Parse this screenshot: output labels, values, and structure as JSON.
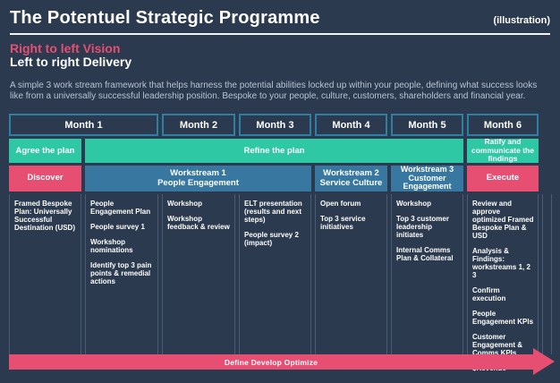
{
  "slide": {
    "title": "The Potentuel Strategic Programme",
    "illustration": "(illustration)",
    "vision": "Right to left Vision",
    "delivery": "Left to right Delivery",
    "description": "A simple 3 work stream framework that helps harness the potential abilities locked up within your people, defining what success looks like from a universally successful leadership position. Bespoke to your people, culture, customers, shareholders and financial year."
  },
  "timeline": {
    "months": [
      "Month 1",
      "Month 2",
      "Month 3",
      "Month 4",
      "Month 5",
      "Month 6"
    ]
  },
  "plan_row": {
    "agree": "Agree the plan",
    "refine": "Refine the plan",
    "ratify": "Ratify and\ncommunicate the\nfindings"
  },
  "phase_row": {
    "discover": "Discover",
    "workstream1": "Workstream 1\nPeople Engagement",
    "workstream2": "Workstream 2\nService Culture",
    "workstream3": "Workstream 3\nCustomer\nEngagement",
    "execute": "Execute"
  },
  "body_columns": [
    {
      "name": "discover",
      "items": [
        "Framed Bespoke Plan: Universally Successful Destination (USD)"
      ]
    },
    {
      "name": "month1-workstream1",
      "items": [
        "People Engagement Plan",
        "People survey 1",
        "Workshop nominations",
        "Identify top 3 pain points & remedial actions"
      ]
    },
    {
      "name": "month2-workstream1",
      "items": [
        "Workshop",
        "Workshop feedback & review"
      ]
    },
    {
      "name": "month3-workstream1",
      "items": [
        "ELT presentation (results and next steps)",
        "People survey 2 (impact)"
      ]
    },
    {
      "name": "month4-workstream2",
      "items": [
        "Open forum",
        "Top 3 service initiatives"
      ]
    },
    {
      "name": "month5-workstream3",
      "items": [
        "Workshop",
        "Top 3 customer leadership initiates",
        "Internal Comms Plan & Collateral"
      ]
    },
    {
      "name": "month6-execute",
      "items": [
        "Review and approve optimized Framed Bespoke Plan & USD",
        "Analysis & Findings: workstreams 1, 2 3",
        "Confirm execution",
        "People Engagement KPIs",
        "Customer Engagement & Comms KPIs",
        "$Revenue"
      ]
    },
    {
      "name": "trailing-empty",
      "items": []
    }
  ],
  "arrow_label": "Define Develop Optimize",
  "colors": {
    "background": "#2b3a4f",
    "teal": "#2ec8a5",
    "pink": "#e64e72",
    "blue": "#3878a0",
    "month_border": "#2f7fa3",
    "divider": "#4a5c74",
    "muted_text": "#b9c4d2"
  }
}
